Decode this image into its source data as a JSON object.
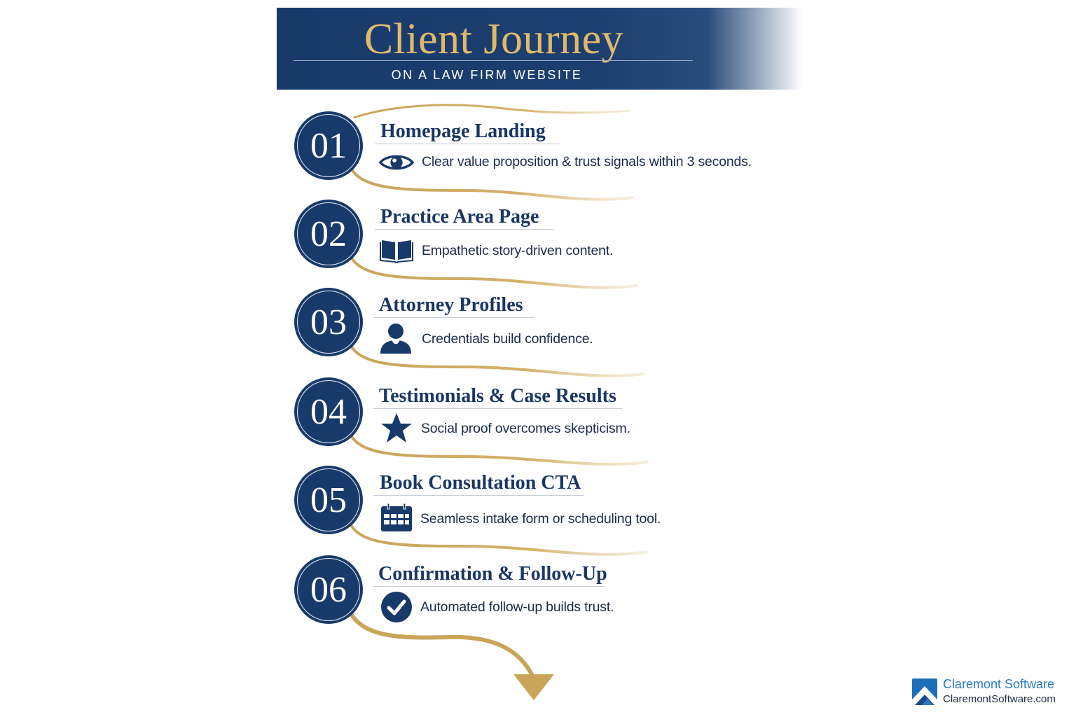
{
  "header": {
    "title": "Client Journey",
    "subtitle": "ON A LAW FIRM WEBSITE"
  },
  "colors": {
    "navy": "#183a6a",
    "gold": "#c9a55a",
    "title_gold": "#e1b96a",
    "text_navy": "#1a3663",
    "brand_blue": "#2a7bc4"
  },
  "steps": [
    {
      "number": "01",
      "title": "Homepage Landing",
      "icon": "eye-icon",
      "description": "Clear value proposition & trust signals within 3 seconds."
    },
    {
      "number": "02",
      "title": "Practice Area Page",
      "icon": "open-book-icon",
      "description": "Empathetic story-driven content."
    },
    {
      "number": "03",
      "title": "Attorney Profiles",
      "icon": "attorney-person-icon",
      "description": "Credentials build confidence."
    },
    {
      "number": "04",
      "title": "Testimonials & Case Results",
      "icon": "star-icon",
      "description": "Social proof overcomes skepticism."
    },
    {
      "number": "05",
      "title": "Book Consultation CTA",
      "icon": "calendar-icon",
      "description": "Seamless intake form or scheduling tool."
    },
    {
      "number": "06",
      "title": "Confirmation & Follow-Up",
      "icon": "checkmark-circle-icon",
      "description": "Automated follow-up builds trust."
    }
  ],
  "end_arrow": {
    "icon": "down-arrow-icon"
  },
  "brand": {
    "name": "Claremont Software",
    "url": "ClaremontSoftware.com",
    "logo": "claremont-logo-icon"
  }
}
